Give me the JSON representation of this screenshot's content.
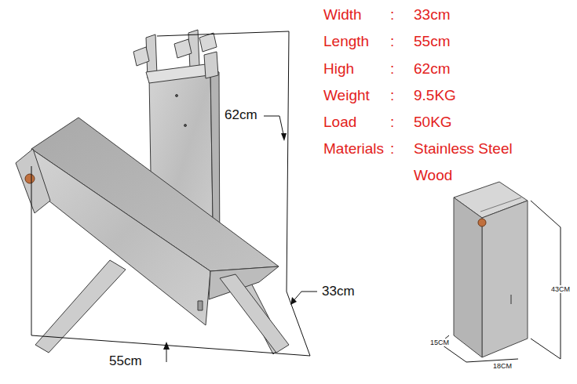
{
  "diagram": {
    "labels": [
      "Width",
      ":",
      "33cm",
      "Length",
      ":",
      "55cm",
      "High",
      ":",
      "62cm",
      "Weight",
      ":",
      "9.5KG",
      "Load",
      ":",
      "50KG",
      "Materials",
      ":",
      "Stainless Steel",
      "Wood",
      "62cm",
      "33cm",
      "55cm",
      "43CM",
      "15CM",
      "18CM"
    ]
  }
}
